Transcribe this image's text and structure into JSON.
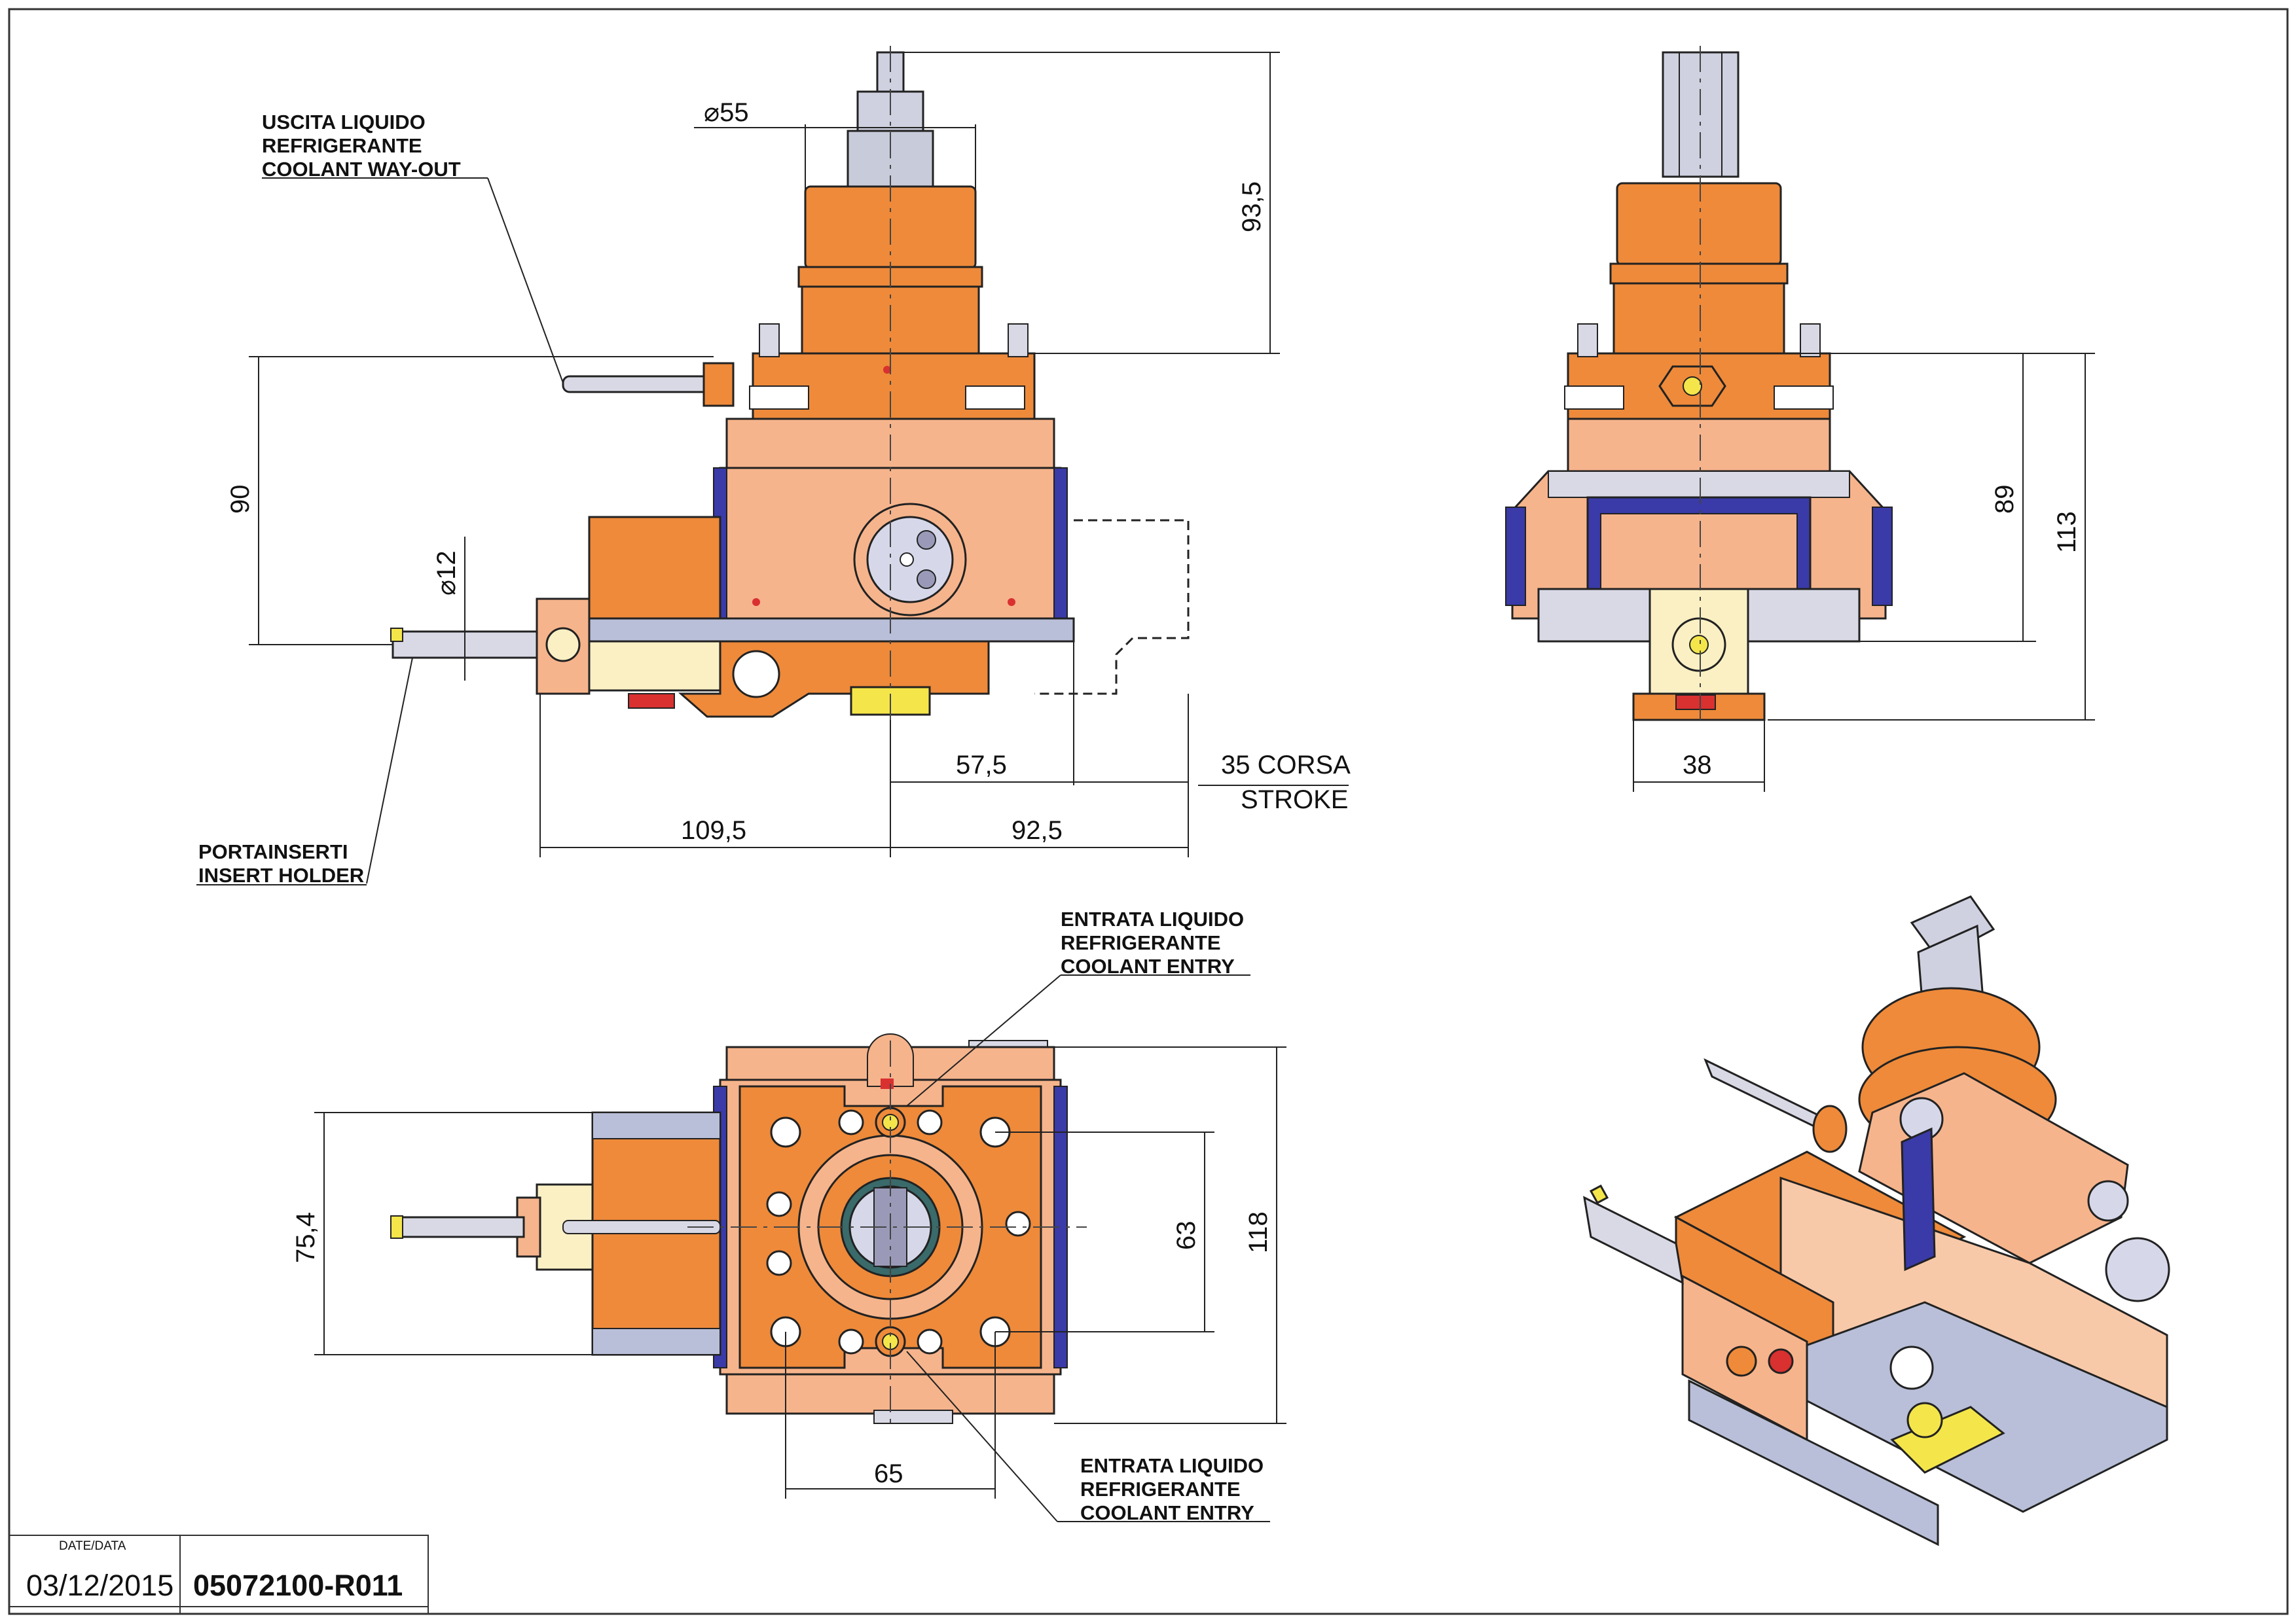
{
  "title_block": {
    "date_label": "DATE/DATA",
    "date": "03/12/2015",
    "code": "05072100-R011"
  },
  "notes": {
    "coolant_out": [
      "USCITA LIQUIDO",
      "REFRIGERANTE",
      "COOLANT WAY-OUT"
    ],
    "insert_holder": [
      "PORTAINSERTI",
      "INSERT HOLDER"
    ],
    "coolant_entry_top": [
      "ENTRATA LIQUIDO",
      "REFRIGERANTE",
      "COOLANT ENTRY"
    ],
    "coolant_entry_bottom": [
      "ENTRATA LIQUIDO",
      "REFRIGERANTE",
      "COOLANT ENTRY"
    ]
  },
  "dimensions": {
    "d55": "55",
    "h93_5": "93,5",
    "h90": "90",
    "d12": "12",
    "w57_5": "57,5",
    "stroke": [
      "35 CORSA",
      "STROKE"
    ],
    "w109_5": "109,5",
    "w92_5": "92,5",
    "h89": "89",
    "h113": "113",
    "w38": "38",
    "h75_4": "75,4",
    "h63": "63",
    "h118": "118",
    "w65": "65"
  },
  "colors": {
    "orange": "#ee8a3a",
    "orange_dark": "#c9601c",
    "peach": "#f6b48c",
    "peach_light": "#f8c9a8",
    "blue": "#3a3aa8",
    "steel": "#b9bfd8",
    "cream": "#fbf0c4",
    "yellow": "#f4e64a",
    "red": "#d93030"
  }
}
